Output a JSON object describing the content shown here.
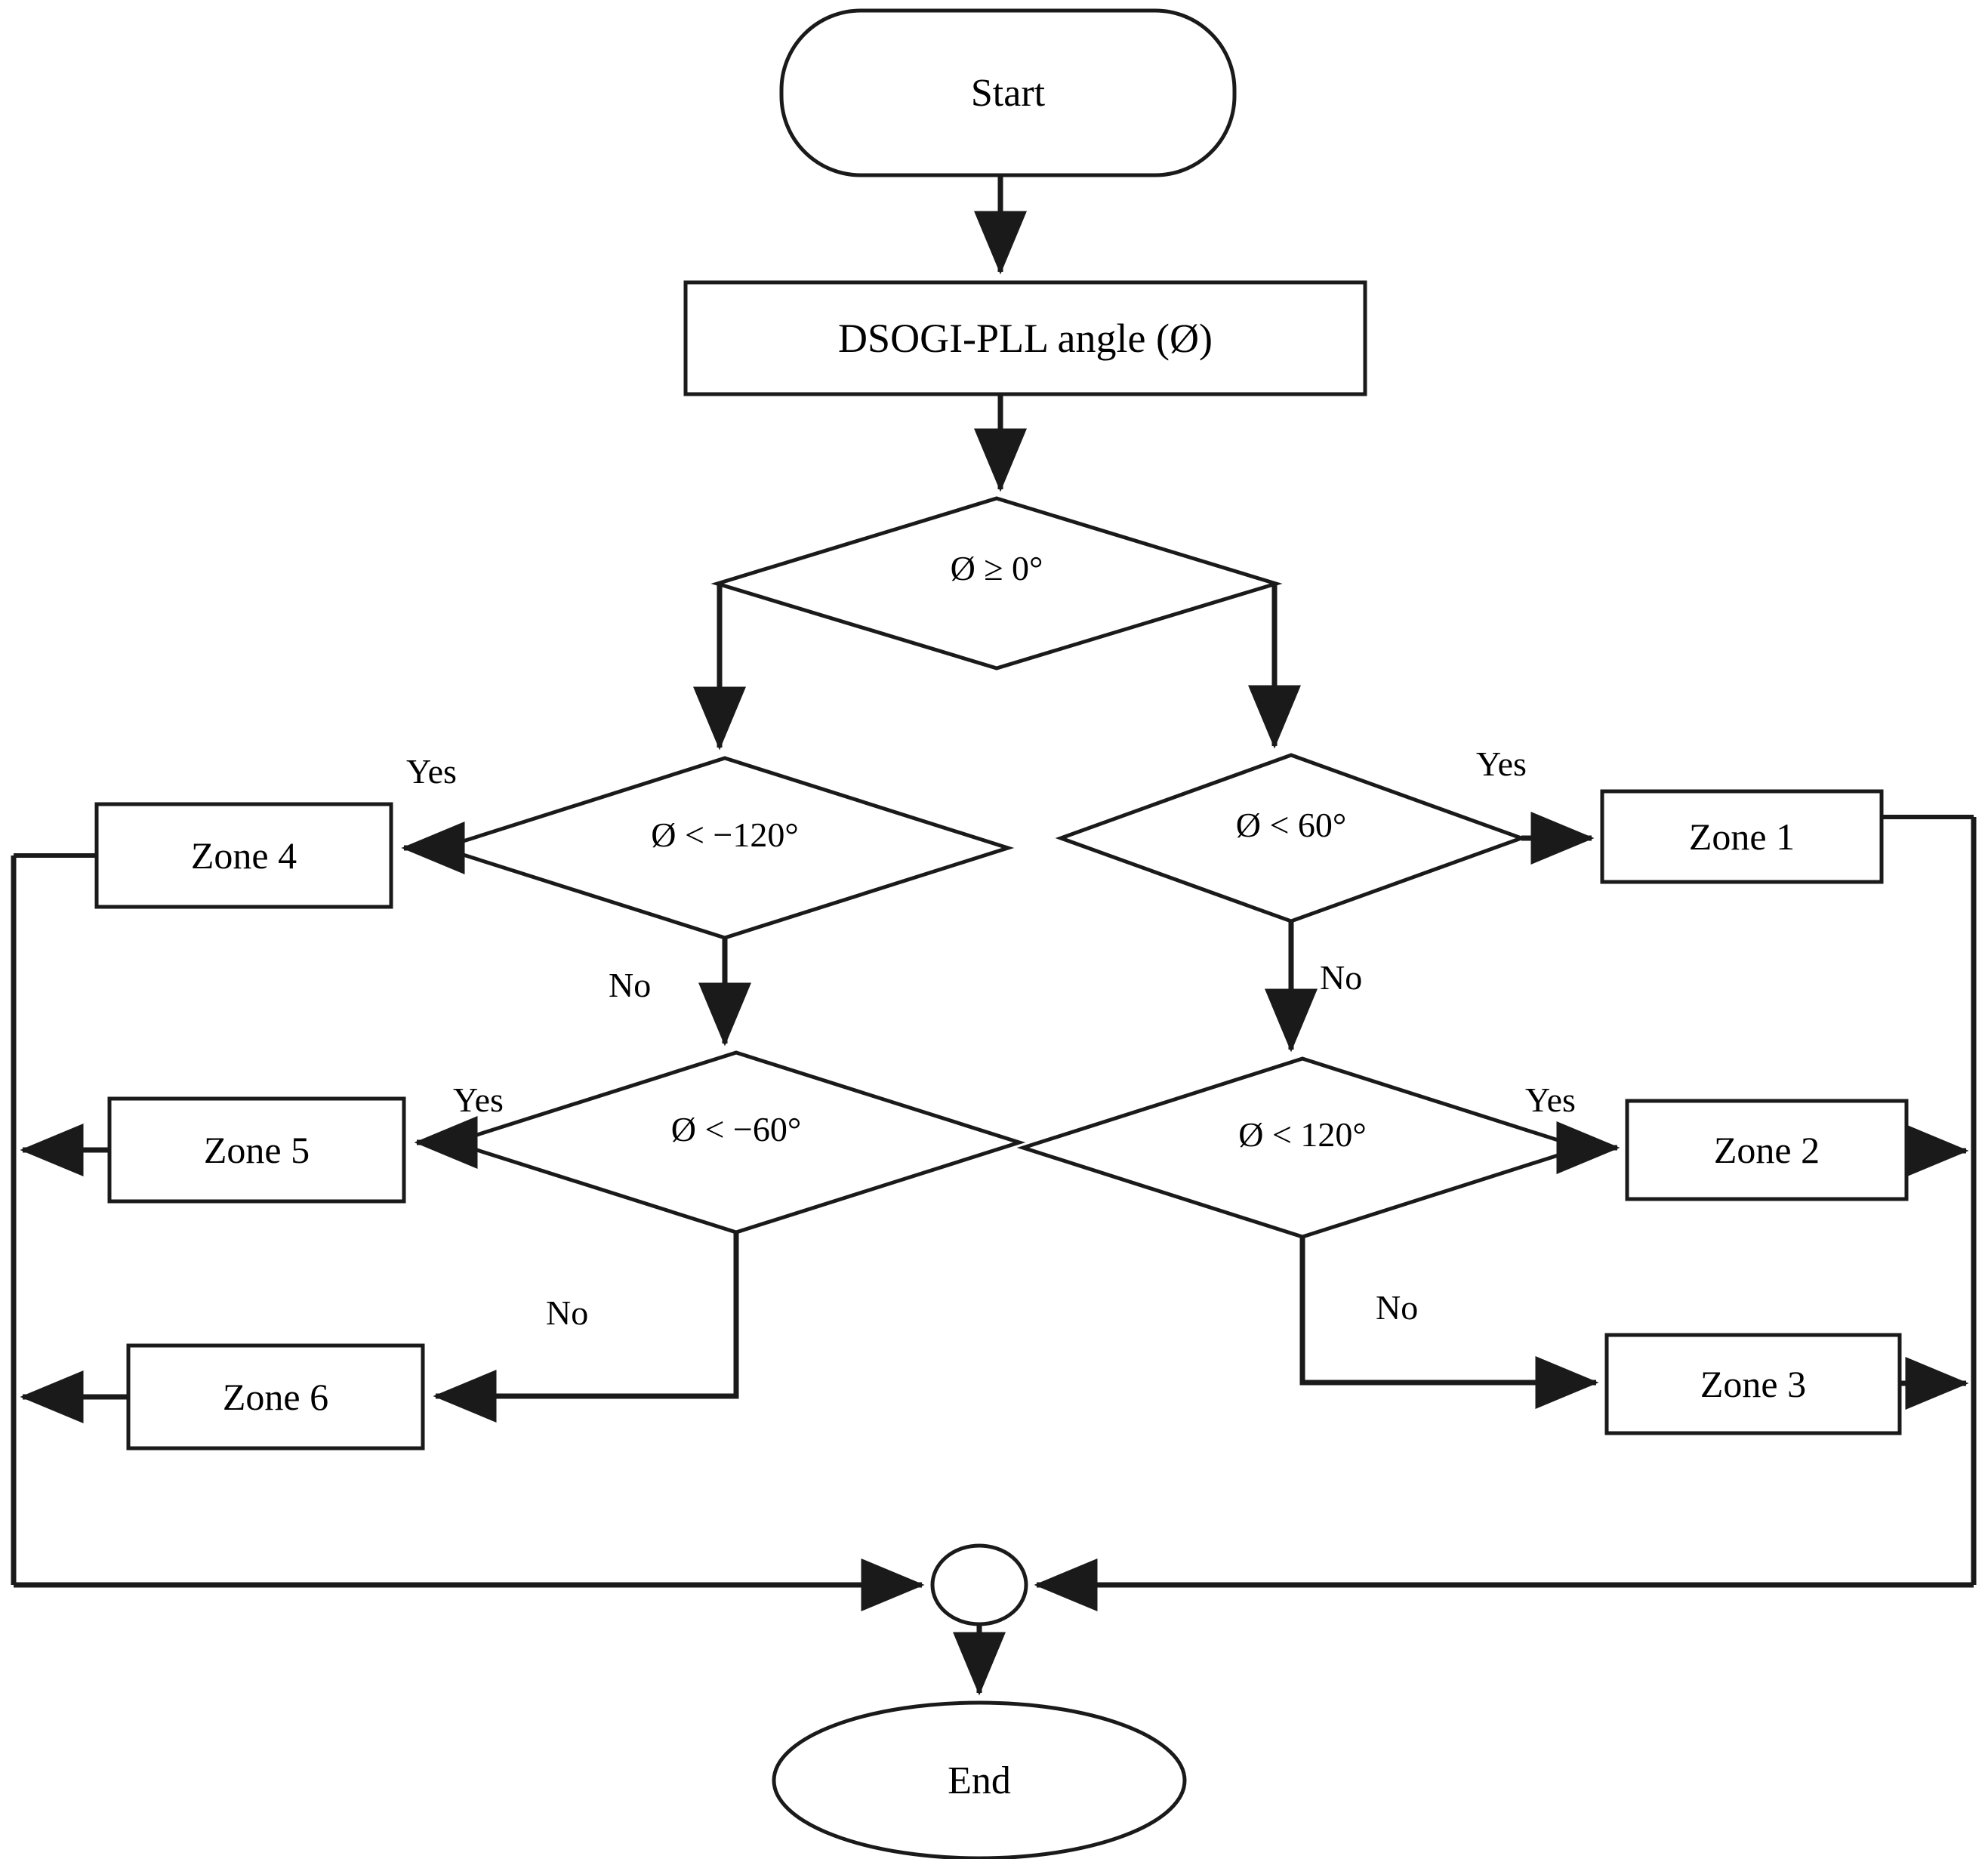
{
  "diagram": {
    "title": "DSOGI-PLL zone selection flowchart",
    "stroke_color": "#1a1a1a",
    "fill_color": "#ffffff",
    "text_color": "#000000"
  },
  "nodes": {
    "start": {
      "label": "Start",
      "shape": "rounded-terminal"
    },
    "pll": {
      "label": "DSOGI-PLL angle (Ø)",
      "shape": "process-rectangle"
    },
    "d_root": {
      "label": "Ø ≥ 0°",
      "shape": "decision-diamond"
    },
    "d_neg120": {
      "label": "Ø < −120°",
      "shape": "decision-diamond"
    },
    "d_neg60": {
      "label": "Ø < −60°",
      "shape": "decision-diamond"
    },
    "d_60": {
      "label": "Ø < 60°",
      "shape": "decision-diamond"
    },
    "d_120": {
      "label": "Ø < 120°",
      "shape": "decision-diamond"
    },
    "zone1": {
      "label": "Zone 1",
      "shape": "process-rectangle"
    },
    "zone2": {
      "label": "Zone 2",
      "shape": "process-rectangle"
    },
    "zone3": {
      "label": "Zone 3",
      "shape": "process-rectangle"
    },
    "zone4": {
      "label": "Zone 4",
      "shape": "process-rectangle"
    },
    "zone5": {
      "label": "Zone 5",
      "shape": "process-rectangle"
    },
    "zone6": {
      "label": "Zone 6",
      "shape": "process-rectangle"
    },
    "junction": {
      "label": "",
      "shape": "connector-circle"
    },
    "end": {
      "label": "End",
      "shape": "ellipse-terminal"
    }
  },
  "edge_labels": {
    "yes_left_top": "Yes",
    "no_left_top": "No",
    "yes_left_mid": "Yes",
    "no_left_mid": "No",
    "yes_right_top": "Yes",
    "no_right_top": "No",
    "yes_right_mid": "Yes",
    "no_right_mid": "No"
  },
  "flow": [
    {
      "from": "start",
      "to": "pll",
      "label": ""
    },
    {
      "from": "pll",
      "to": "d_root",
      "label": ""
    },
    {
      "from": "d_root",
      "to": "d_neg120",
      "label": ""
    },
    {
      "from": "d_root",
      "to": "d_60",
      "label": ""
    },
    {
      "from": "d_neg120",
      "to": "zone4",
      "label": "Yes"
    },
    {
      "from": "d_neg120",
      "to": "d_neg60",
      "label": "No"
    },
    {
      "from": "d_neg60",
      "to": "zone5",
      "label": "Yes"
    },
    {
      "from": "d_neg60",
      "to": "zone6",
      "label": "No"
    },
    {
      "from": "d_60",
      "to": "zone1",
      "label": "Yes"
    },
    {
      "from": "d_60",
      "to": "d_120",
      "label": "No"
    },
    {
      "from": "d_120",
      "to": "zone2",
      "label": "Yes"
    },
    {
      "from": "d_120",
      "to": "zone3",
      "label": "No"
    },
    {
      "from": "zone4",
      "to": "junction",
      "label": ""
    },
    {
      "from": "zone5",
      "to": "junction",
      "label": ""
    },
    {
      "from": "zone6",
      "to": "junction",
      "label": ""
    },
    {
      "from": "zone1",
      "to": "junction",
      "label": ""
    },
    {
      "from": "zone2",
      "to": "junction",
      "label": ""
    },
    {
      "from": "zone3",
      "to": "junction",
      "label": ""
    },
    {
      "from": "junction",
      "to": "end",
      "label": ""
    }
  ]
}
